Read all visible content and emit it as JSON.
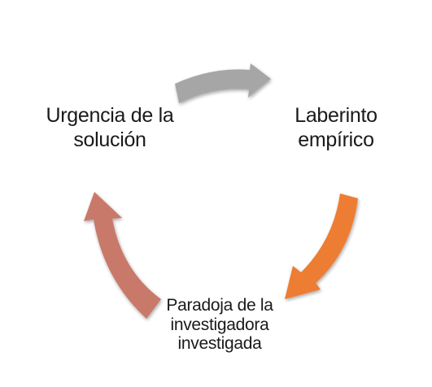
{
  "diagram": {
    "nodes": [
      {
        "id": "urgencia",
        "label": "Urgencia de la\nsolución"
      },
      {
        "id": "laberinto",
        "label": "Laberinto\nempírico"
      },
      {
        "id": "paradoja",
        "label": "Paradoja de la\ninvestigadora\ninvestigada"
      }
    ],
    "arrows": [
      {
        "from": "urgencia",
        "to": "laberinto",
        "color": "#a6a6a6",
        "icon": "curved-arrow-right-icon"
      },
      {
        "from": "laberinto",
        "to": "paradoja",
        "color": "#ed7d31",
        "icon": "curved-arrow-down-icon"
      },
      {
        "from": "paradoja",
        "to": "urgencia",
        "color": "#c9796b",
        "icon": "curved-arrow-up-icon"
      }
    ]
  }
}
